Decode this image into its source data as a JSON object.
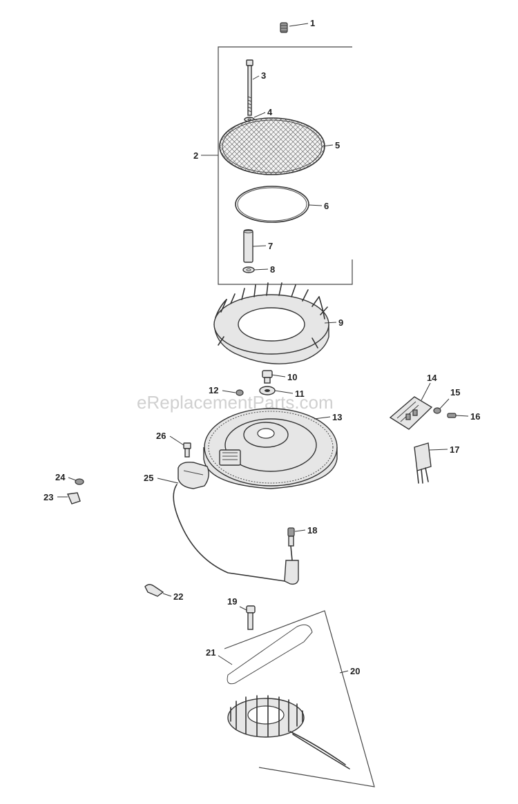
{
  "watermark": "eReplacementParts.com",
  "callouts": [
    "1",
    "2",
    "3",
    "4",
    "5",
    "6",
    "7",
    "8",
    "9",
    "10",
    "11",
    "12",
    "13",
    "14",
    "15",
    "16",
    "17",
    "18",
    "19",
    "20",
    "21",
    "22",
    "23",
    "24",
    "25",
    "26"
  ]
}
